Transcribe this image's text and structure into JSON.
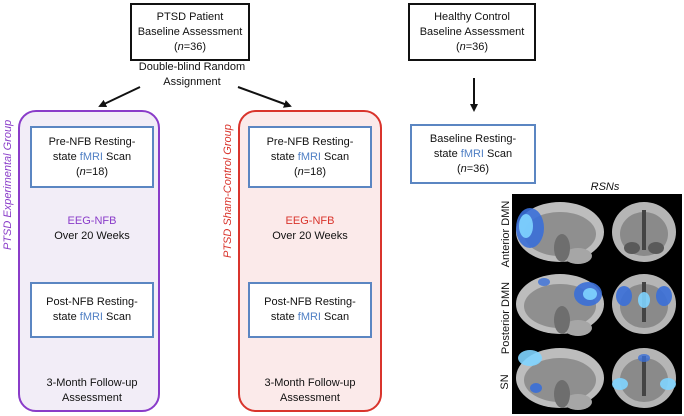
{
  "patient": {
    "line1": "PTSD Patient",
    "line2": "Baseline Assessment",
    "n": "(n=36)"
  },
  "control": {
    "line1": "Healthy Control",
    "line2": "Baseline Assessment",
    "n": "(n=36)"
  },
  "randomization": {
    "line1": "Double-blind Random",
    "line2": "Assignment"
  },
  "experimental": {
    "group_label": "PTSD Experimental Group",
    "pre_line1": "Pre-NFB Resting-",
    "pre_line2a": "state ",
    "pre_fmri": "fMRI",
    "pre_line2b": " Scan",
    "pre_n": "(n=18)",
    "intervention_line1": "EEG-NFB",
    "intervention_line2": "Over 20 Weeks",
    "post_line1": "Post-NFB Resting-",
    "post_line2a": "state ",
    "post_fmri": "fMRI",
    "post_line2b": " Scan",
    "followup_line1": "3-Month Follow-up",
    "followup_line2": "Assessment"
  },
  "sham": {
    "group_label": "PTSD Sham-Control Group",
    "pre_line1": "Pre-NFB Resting-",
    "pre_line2a": "state ",
    "pre_fmri": "fMRI",
    "pre_line2b": " Scan",
    "pre_n": "(n=18)",
    "intervention_line1": "EEG-NFB",
    "intervention_line2": "Over 20 Weeks",
    "post_line1": "Post-NFB Resting-",
    "post_line2a": "state ",
    "post_fmri": "fMRI",
    "post_line2b": " Scan",
    "followup_line1": "3-Month Follow-up",
    "followup_line2": "Assessment"
  },
  "control_scan": {
    "line1": "Baseline Resting-",
    "line2a": "state ",
    "fmri": "fMRI",
    "line2b": " Scan",
    "n": "(n=36)"
  },
  "rsns": {
    "title": "RSNs",
    "rows": [
      "Anterior DMN",
      "Posterior DMN",
      "SN"
    ]
  },
  "colors": {
    "experimental": "#8a3cc9",
    "sham": "#d9342c",
    "fmri": "#4f7fc4",
    "scan_border": "#5b86c2"
  }
}
